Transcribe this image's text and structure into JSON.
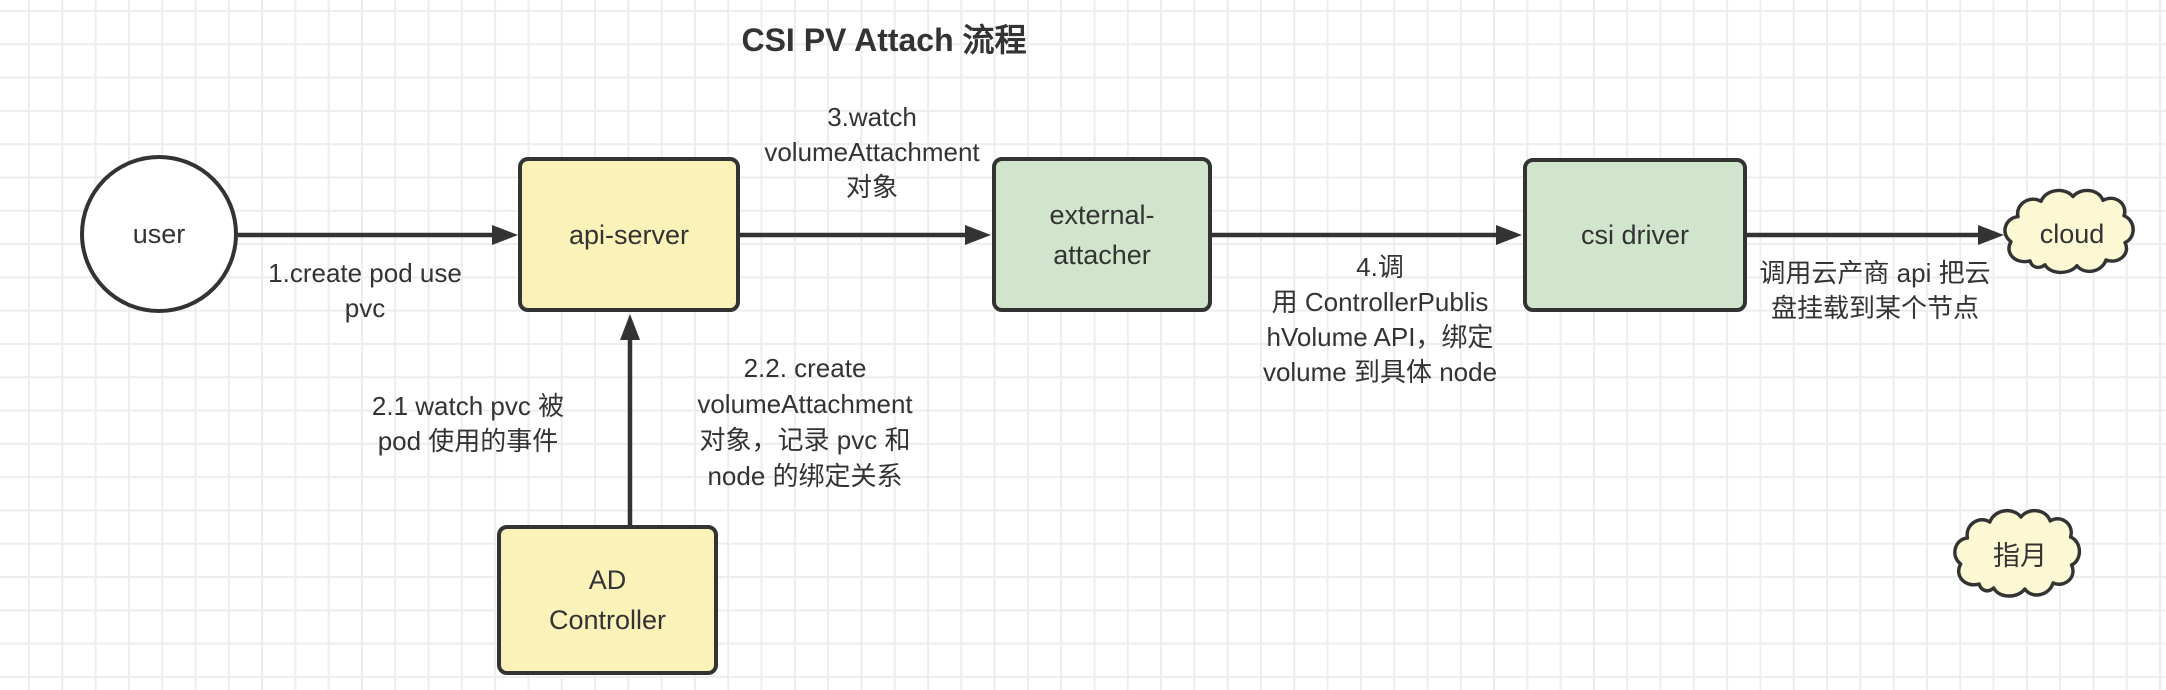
{
  "title": "CSI PV Attach 流程",
  "colors": {
    "background": "#ffffff",
    "grid_line": "#ededed",
    "box_yellow": "#FBF2BA",
    "box_green": "#D0E5CC",
    "cloud_fill": "#FCF8D3",
    "stroke": "#333333",
    "text": "#333333"
  },
  "nodes": {
    "user": {
      "label": "user",
      "shape": "circle"
    },
    "api_server": {
      "label": "api-server",
      "shape": "rect-yellow"
    },
    "external_attacher": {
      "label": "external-\nattacher",
      "shape": "rect-green"
    },
    "csi_driver": {
      "label": "csi driver",
      "shape": "rect-green"
    },
    "ad_controller": {
      "label": "AD\nController",
      "shape": "rect-yellow"
    },
    "cloud": {
      "label": "cloud",
      "shape": "cloud"
    },
    "zhiyue": {
      "label": "指月",
      "shape": "cloud"
    }
  },
  "edges": {
    "user_to_api": {
      "label": "1.create pod use\npvc"
    },
    "api_to_attacher": {
      "label": "3.watch\nvolumeAttachment\n对象"
    },
    "attacher_to_csi": {
      "label": "4.调\n用 ControllerPublis\nhVolume API，绑定\nvolume 到具体 node"
    },
    "csi_to_cloud": {
      "label": "调用云产商 api 把云\n盘挂载到某个节点"
    },
    "ad_to_api": {
      "label_left": "2.1 watch pvc 被\npod 使用的事件",
      "label_right": "2.2. create\nvolumeAttachment\n对象，记录 pvc 和\nnode 的绑定关系"
    }
  }
}
